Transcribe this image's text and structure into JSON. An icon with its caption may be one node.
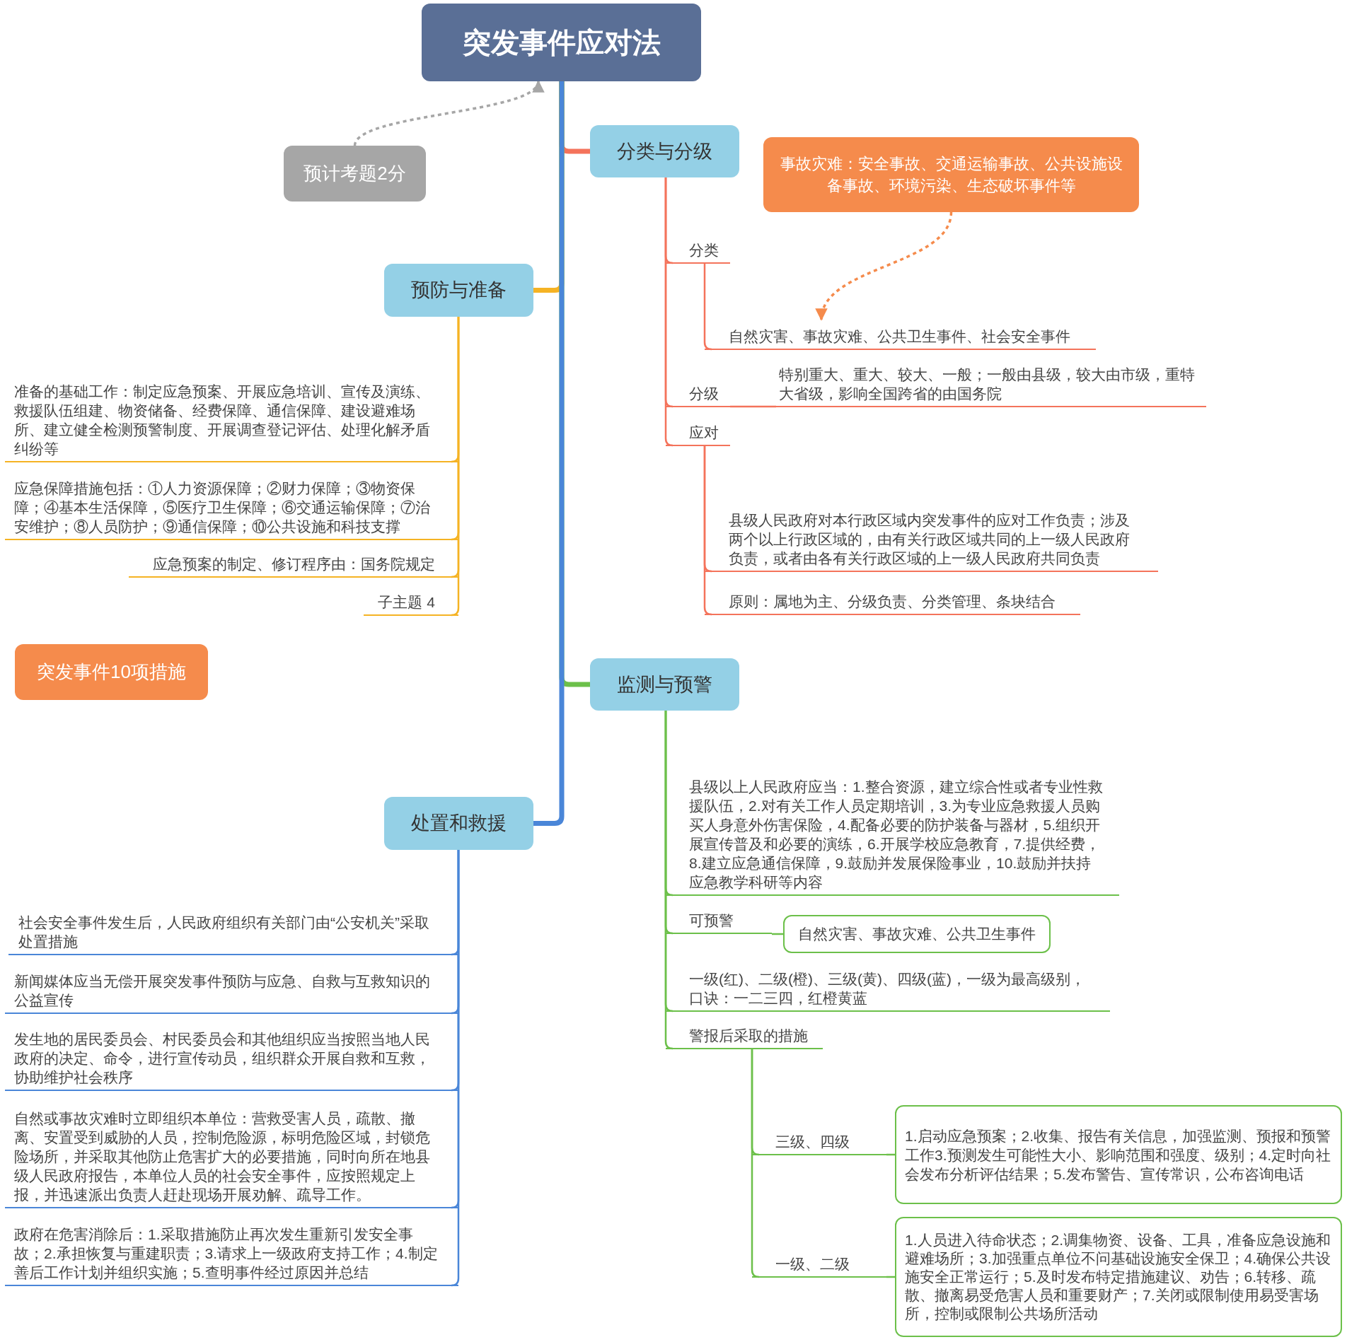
{
  "diagram": {
    "nodes": [
      {
        "text": [
          "突发事件应对法"
        ]
      },
      {
        "text": [
          "预计考题2分"
        ]
      },
      {
        "text": [
          "分类与分级"
        ]
      },
      {
        "text": [
          "事故灾难：安全事故、交通运输事故、公共设施设备事故、环境污染、生态破坏事件等"
        ]
      },
      {
        "text": [
          "分类"
        ]
      },
      {
        "text": [
          "自然灾害、事故灾难、公共卫生事件、社会安全事件"
        ]
      },
      {
        "text": [
          "分级"
        ]
      },
      {
        "text": [
          "特别重大、重大、较大、一般；一般由县级，较大由市级，重特大省级，影响全国跨省的由国务院"
        ]
      },
      {
        "text": [
          "应对"
        ]
      },
      {
        "text": [
          "县级人民政府对本行政区域内突发事件的应对工作负责；涉及两个以上行政区域的，由有关行政区域共同的上一级人民政府负责，或者由各有关行政区域的上一级人民政府共同负责"
        ]
      },
      {
        "text": [
          "原则：属地为主、分级负责、分类管理、条块结合"
        ]
      },
      {
        "text": [
          "预防与准备"
        ]
      },
      {
        "text": [
          "准备的基础工作：制定应急预案、开展应急培训、宣传及演练、救援队伍组建、物资储备、经费保障、通信保障、建设避难场所、建立健全检测预警制度、开展调查登记评估、处理化解矛盾纠纷等"
        ]
      },
      {
        "text": [
          "应急保障措施包括：①人力资源保障；②财力保障；③物资保障；④基本生活保障，⑤医疗卫生保障；⑥交通运输保障；⑦治安维护；⑧人员防护；⑨通信保障；⑩公共设施和科技支撑"
        ]
      },
      {
        "text": [
          "应急预案的制定、修订程序由：国务院规定"
        ]
      },
      {
        "text": [
          "子主题 4"
        ]
      },
      {
        "text": [
          "突发事件10项措施"
        ]
      },
      {
        "text": [
          "处置和救援"
        ]
      },
      {
        "text": [
          "社会安全事件发生后，人民政府组织有关部门由“公安机关”采取处置措施"
        ]
      },
      {
        "text": [
          "新闻媒体应当无偿开展突发事件预防与应急、自救与互救知识的公益宣传"
        ]
      },
      {
        "text": [
          "发生地的居民委员会、村民委员会和其他组织应当按照当地人民政府的决定、命令，进行宣传动员，组织群众开展自救和互救，协助维护社会秩序"
        ]
      },
      {
        "text": [
          "自然或事故灾难时立即组织本单位：营救受害人员，疏散、撤离、安置受到威胁的人员，控制危险源，标明危险区域，封锁危险场所，并采取其他防止危害扩大的必要措施，同时向所在地县级人民政府报告，本单位人员的社会安全事件，应按照规定上报，并迅速派出负责人赶赴现场开展劝解、疏导工作。"
        ]
      },
      {
        "text": [
          "政府在危害消除后：1.采取措施防止再次发生重新引发安全事故；2.承担恢复与重建职责；3.请求上一级政府支持工作；4.制定善后工作计划并组织实施；5.查明事件经过原因并总结"
        ]
      },
      {
        "text": [
          "监测与预警"
        ]
      },
      {
        "text": [
          "县级以上人民政府应当：1.整合资源，建立综合性或者专业性救援队伍，2.对有关工作人员定期培训，3.为专业应急救援人员购买人身意外伤害保险，4.配备必要的防护装备与器材，5.组织开展宣传普及和必要的演练，6.开展学校应急教育，7.提供经费，8.建立应急通信保障，9.鼓励并发展保险事业，10.鼓励并扶持应急教学科研等内容"
        ]
      },
      {
        "text": [
          "可预警"
        ]
      },
      {
        "text": [
          "自然灾害、事故灾难、公共卫生事件"
        ]
      },
      {
        "text": [
          "一级(红)、二级(橙)、三级(黄)、四级(蓝)，一级为最高级别，口诀：一二三四，红橙黄蓝"
        ]
      },
      {
        "text": [
          "警报后采取的措施"
        ]
      },
      {
        "text": [
          "三级、四级"
        ]
      },
      {
        "text": [
          "1.启动应急预案；2.收集、报告有关信息，加强监测、预报和预警工作3.预测发生可能性大小、影响范围和强度、级别；4.定时向社会发布分析评估结果；5.发布警告、宣传常识，公布咨询电话"
        ]
      },
      {
        "text": [
          "一级、二级"
        ]
      },
      {
        "text": [
          "1.人员进入待命状态；2.调集物资、设备、工具，准备应急设施和避难场所；3.加强重点单位不问基础设施安全保卫；4.确保公共设施安全正常运行；5.及时发布特定措施建议、劝告；6.转移、疏散、撤离易受危害人员和重要财产；7.关闭或限制使用易受害场所，控制或限制公共场所活动"
        ]
      }
    ],
    "edges": [
      {
        "from": 0,
        "to": 2,
        "arrow": "none",
        "style": "thick",
        "color": "#f4735b"
      },
      {
        "from": 0,
        "to": 11,
        "arrow": "none",
        "style": "thick",
        "color": "#f5b324"
      },
      {
        "from": 0,
        "to": 23,
        "arrow": "none",
        "style": "thick",
        "color": "#6cc04a"
      },
      {
        "from": 0,
        "to": 17,
        "arrow": "none",
        "style": "thick",
        "color": "#4a86d8"
      },
      {
        "from": 1,
        "to": 0,
        "arrow": "to",
        "style": "dashed",
        "color": "#a6a6a6"
      },
      {
        "from": 3,
        "to": 5,
        "arrow": "to",
        "style": "dashed",
        "color": "#f58b4c"
      },
      {
        "from": 2,
        "to": 4,
        "arrow": "none",
        "color": "#f4735b"
      },
      {
        "from": 4,
        "to": 5,
        "arrow": "none",
        "color": "#f4735b"
      },
      {
        "from": 2,
        "to": 6,
        "arrow": "none",
        "color": "#f4735b"
      },
      {
        "from": 6,
        "to": 7,
        "arrow": "none",
        "color": "#f4735b"
      },
      {
        "from": 2,
        "to": 8,
        "arrow": "none",
        "color": "#f4735b"
      },
      {
        "from": 8,
        "to": 9,
        "arrow": "none",
        "color": "#f4735b"
      },
      {
        "from": 8,
        "to": 10,
        "arrow": "none",
        "color": "#f4735b"
      },
      {
        "from": 11,
        "to": 12,
        "arrow": "none",
        "color": "#f5b324"
      },
      {
        "from": 11,
        "to": 13,
        "arrow": "none",
        "color": "#f5b324"
      },
      {
        "from": 11,
        "to": 14,
        "arrow": "none",
        "color": "#f5b324"
      },
      {
        "from": 11,
        "to": 15,
        "arrow": "none",
        "color": "#f5b324"
      },
      {
        "from": 17,
        "to": 18,
        "arrow": "none",
        "color": "#4a86d8"
      },
      {
        "from": 17,
        "to": 19,
        "arrow": "none",
        "color": "#4a86d8"
      },
      {
        "from": 17,
        "to": 20,
        "arrow": "none",
        "color": "#4a86d8"
      },
      {
        "from": 17,
        "to": 21,
        "arrow": "none",
        "color": "#4a86d8"
      },
      {
        "from": 17,
        "to": 22,
        "arrow": "none",
        "color": "#4a86d8"
      },
      {
        "from": 23,
        "to": 24,
        "arrow": "none",
        "color": "#6cc04a"
      },
      {
        "from": 23,
        "to": 25,
        "arrow": "none",
        "color": "#6cc04a"
      },
      {
        "from": 25,
        "to": 26,
        "arrow": "none",
        "color": "#6cc04a"
      },
      {
        "from": 23,
        "to": 27,
        "arrow": "none",
        "color": "#6cc04a"
      },
      {
        "from": 23,
        "to": 28,
        "arrow": "none",
        "color": "#6cc04a"
      },
      {
        "from": 28,
        "to": 29,
        "arrow": "none",
        "color": "#6cc04a"
      },
      {
        "from": 29,
        "to": 30,
        "arrow": "none",
        "color": "#6cc04a"
      },
      {
        "from": 28,
        "to": 31,
        "arrow": "none",
        "color": "#6cc04a"
      },
      {
        "from": 31,
        "to": 32,
        "arrow": "none",
        "color": "#6cc04a"
      }
    ]
  }
}
